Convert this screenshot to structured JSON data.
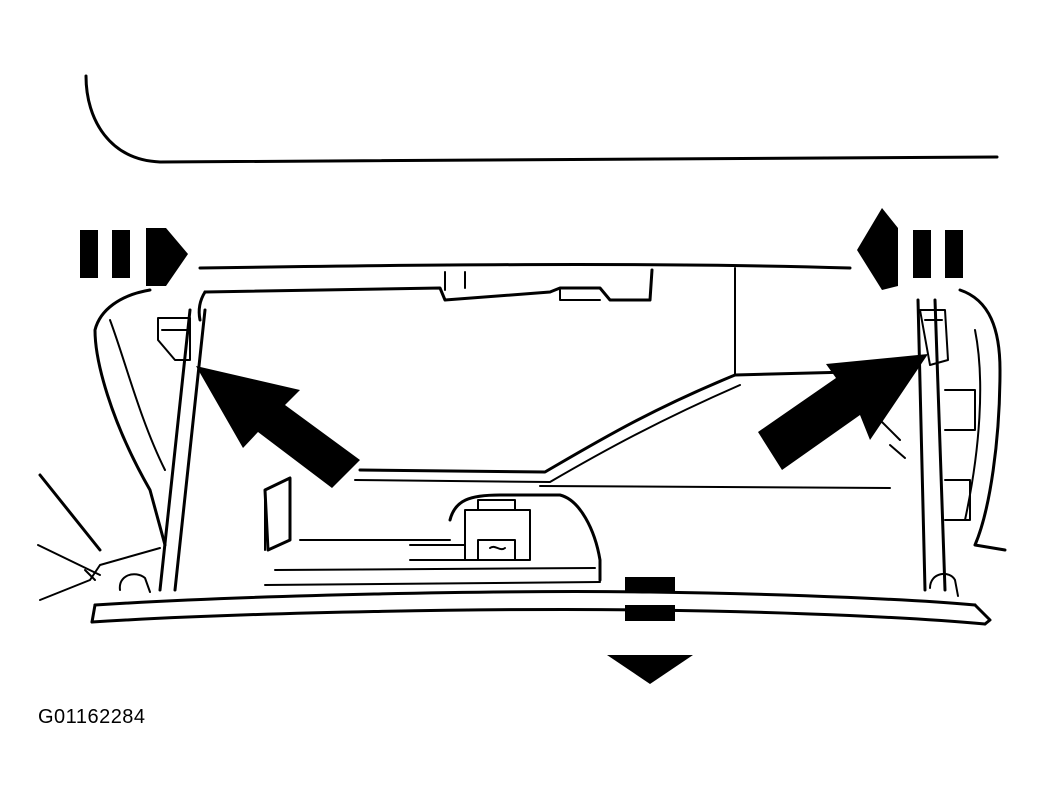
{
  "figure": {
    "caption": "G01162284",
    "subject": "glove-box-removal",
    "arrows": [
      {
        "name": "left-side-push-arrow",
        "direction": "right",
        "style": "dashed"
      },
      {
        "name": "right-side-push-arrow",
        "direction": "left",
        "style": "dashed"
      },
      {
        "name": "left-stop-pointer-arrow",
        "direction": "up-left",
        "style": "solid"
      },
      {
        "name": "right-stop-pointer-arrow",
        "direction": "up-right",
        "style": "solid"
      },
      {
        "name": "lower-pull-arrow",
        "direction": "down",
        "style": "dashed"
      }
    ],
    "colors": {
      "line": "#000000",
      "background": "#ffffff"
    }
  }
}
